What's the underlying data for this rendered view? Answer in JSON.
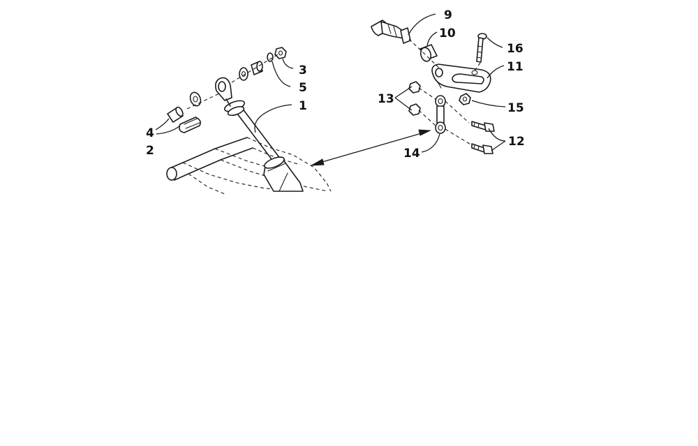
{
  "callouts": {
    "c1": "1",
    "c2": "2",
    "c3": "3",
    "c4": "4",
    "c5": "5",
    "c9": "9",
    "c10": "10",
    "c11": "11",
    "c12": "12",
    "c13": "13",
    "c14": "14",
    "c15": "15",
    "c16": "16"
  },
  "colors": {
    "ink": "#1a1a1a",
    "background": "#ffffff"
  }
}
